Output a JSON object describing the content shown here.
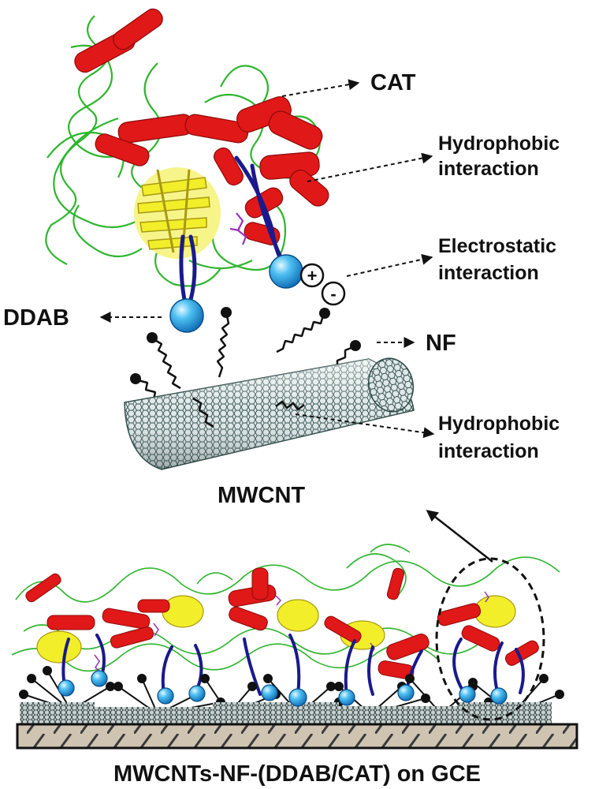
{
  "labels": {
    "cat": "CAT",
    "hydrophobic_top_1": "Hydrophobic",
    "hydrophobic_top_2": "interaction",
    "electrostatic_1": "Electrostatic",
    "electrostatic_2": "interaction",
    "ddab": "DDAB",
    "nf": "NF",
    "hydrophobic_bottom_1": "Hydrophobic",
    "hydrophobic_bottom_2": "interaction",
    "mwcnt": "MWCNT",
    "caption": "MWCNTs-NF-(DDAB/CAT) on GCE"
  },
  "symbols": {
    "plus": "+",
    "minus": "-"
  },
  "colors": {
    "helix": "#e01818",
    "sheet": "#f2ee2a",
    "coil": "#2fb52f",
    "chain": "#1a1a8c",
    "head": "#2aa7e6",
    "nanotube": "#2f4a4a",
    "electrode_fill": "#cfc4b2"
  }
}
